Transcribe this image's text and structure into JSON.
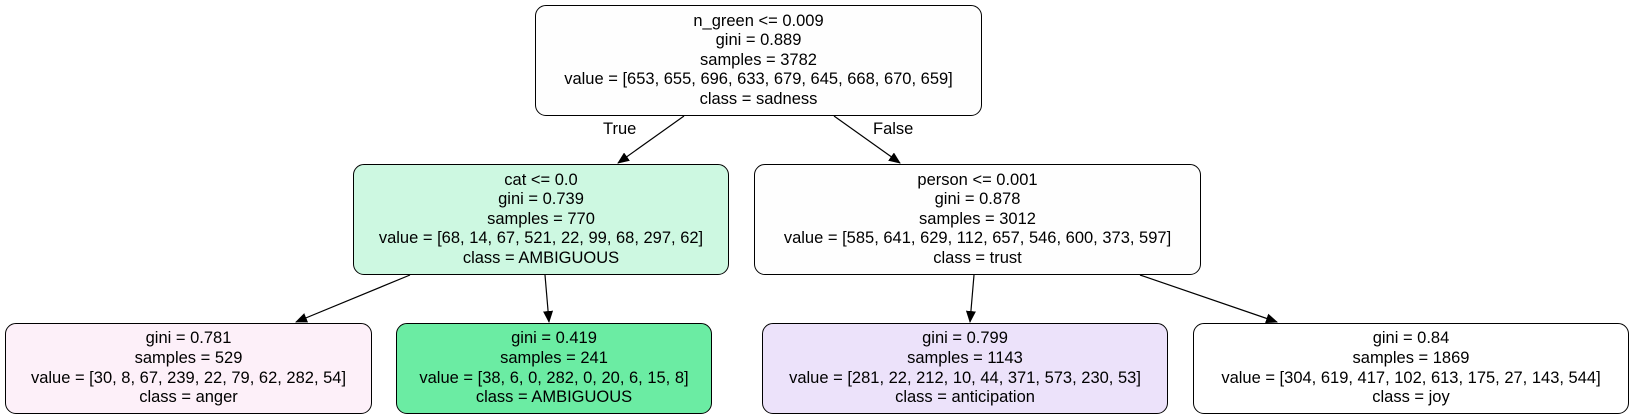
{
  "tree": {
    "root": {
      "lines": [
        "n_green <= 0.009",
        "gini = 0.889",
        "samples = 3782",
        "value = [653, 655, 696, 633, 679, 645, 668, 670, 659]",
        "class = sadness"
      ],
      "fill": "#fefefe"
    },
    "edge_true_label": "True",
    "edge_false_label": "False",
    "left": {
      "lines": [
        "cat <= 0.0",
        "gini = 0.739",
        "samples = 770",
        "value = [68, 14, 67, 521, 22, 99, 68, 297, 62]",
        "class = AMBIGUOUS"
      ],
      "fill": "#cdf8e1"
    },
    "right": {
      "lines": [
        "person <= 0.001",
        "gini = 0.878",
        "samples = 3012",
        "value = [585, 641, 629, 112, 657, 546, 600, 373, 597]",
        "class = trust"
      ],
      "fill": "#fefefe"
    },
    "leaf_ll": {
      "lines": [
        "gini = 0.781",
        "samples = 529",
        "value = [30, 8, 67, 239, 22, 79, 62, 282, 54]",
        "class = anger"
      ],
      "fill": "#fdf0f9"
    },
    "leaf_lr": {
      "lines": [
        "gini = 0.419",
        "samples = 241",
        "value = [38, 6, 0, 282, 0, 20, 6, 15, 8]",
        "class = AMBIGUOUS"
      ],
      "fill": "#6beca3"
    },
    "leaf_rl": {
      "lines": [
        "gini = 0.799",
        "samples = 1143",
        "value = [281, 22, 212, 10, 44, 371, 573, 230, 53]",
        "class = anticipation"
      ],
      "fill": "#ece2fa"
    },
    "leaf_rr": {
      "lines": [
        "gini = 0.84",
        "samples = 1869",
        "value = [304, 619, 417, 102, 613, 175, 27, 143, 544]",
        "class = joy"
      ],
      "fill": "#ffffff"
    }
  }
}
